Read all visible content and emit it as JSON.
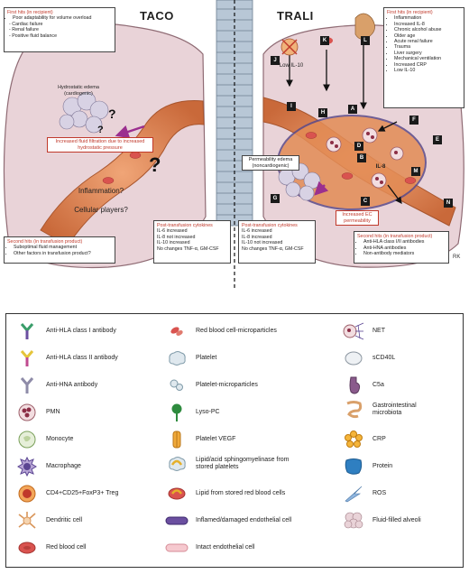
{
  "top": {
    "taco_title": "TACO",
    "trali_title": "TRALI",
    "taco_first_hits": {
      "title": "First hits (in recipient)",
      "main": "Poor adaptability for volume overload",
      "items": [
        "Cardiac failure",
        "Renal failure",
        "Positive fluid balance"
      ]
    },
    "trali_first_hits": {
      "title": "First hits (in recipient)",
      "items": [
        "Inflammation",
        "Increased IL-8",
        "Chronic alcohol abuse",
        "Older age",
        "Acute renal failure",
        "Trauma",
        "Liver surgery",
        "Mechanical ventilation",
        "Increased CRP",
        "Low IL-10"
      ]
    },
    "hydrostatic_edema": "Hydrostatic edema (cardiogenic)",
    "increased_filtration": "Increased fluid filtration due to increased hydrostatic pressure",
    "inflammation_q": "Inflammation?",
    "cellular_players_q": "Cellular players?",
    "permeability_edema": "Permeability edema (noncardiogenic)",
    "increased_ec": "Increased EC permeability",
    "low_il10": "Low IL-10",
    "il8": "IL-8",
    "taco_second_hits": {
      "title": "Second hits (in transfusion product)",
      "items": [
        "Suboptimal fluid management",
        "Other factors in transfusion product?"
      ]
    },
    "taco_cytokines": {
      "title": "Post-transfusion cytokines",
      "items": [
        "IL-6 increased",
        "IL-8 not increased",
        "IL-10 increased",
        "No changes TNF-α, GM-CSF"
      ]
    },
    "trali_cytokines": {
      "title": "Post-transfusion cytokines",
      "items": [
        "IL-6 increased",
        "IL-8 increased",
        "IL-10 not increased",
        "No changes TNF-α, GM-CSF"
      ]
    },
    "trali_second_hits": {
      "title": "Second hits (in transfusion product)",
      "items": [
        "Anti-HLA class I/II antibodies",
        "Anti-HNA antibodies",
        "Non-antibody mediators"
      ]
    },
    "letters": [
      "A",
      "B",
      "C",
      "D",
      "E",
      "F",
      "G",
      "H",
      "I",
      "J",
      "K",
      "L",
      "M",
      "N"
    ],
    "initials": "RK"
  },
  "legend": {
    "col1": [
      "Anti-HLA class I antibody",
      "Anti-HLA class II antibody",
      "Anti-HNA antibody",
      "PMN",
      "Monocyte",
      "Macrophage",
      "CD4+CD25+FoxP3+ Treg",
      "Dendritic cell",
      "Red blood cell"
    ],
    "col2": [
      "Red blood cell-microparticles",
      "Platelet",
      "Platelet-microparticles",
      "Lyso-PC",
      "Platelet VEGF",
      "Lipid/acid sphingomyelinase from stored platelets",
      "Lipid from stored red blood cells",
      "Inflamed/damaged endothelial cell",
      "Intact endothelial cell"
    ],
    "col3": [
      "NET",
      "sCD40L",
      "C5a",
      "Gastrointestinal microbiota",
      "CRP",
      "Protein",
      "ROS",
      "Fluid-filled alveoli"
    ]
  },
  "colors": {
    "lung": "#e9d3d8",
    "lung_edge": "#8f6b74",
    "vessel": "#d97b45",
    "alveoli": "#c6c0d6",
    "red_label": "#c0392b",
    "arrow_purple": "#9b2f8f"
  }
}
